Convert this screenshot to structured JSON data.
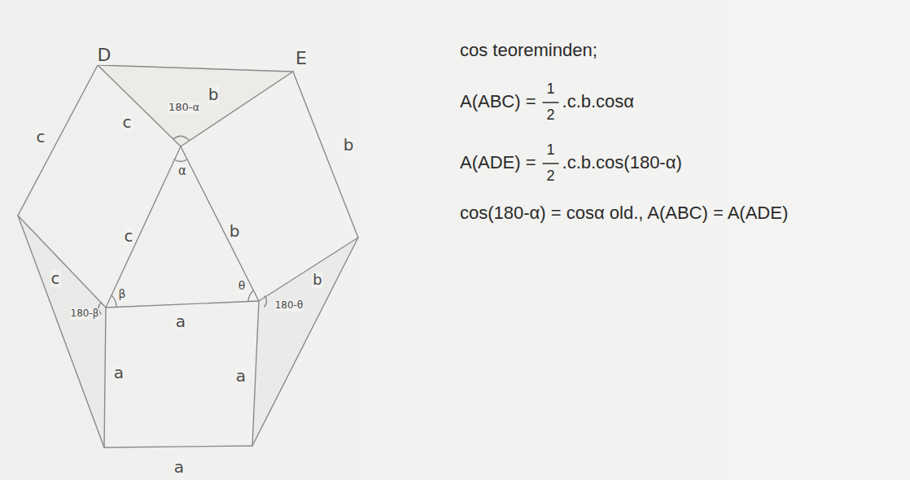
{
  "diagram": {
    "labels": [
      "D",
      "E",
      "c",
      "c",
      "180-α",
      "b",
      "b",
      "α",
      "c",
      "b",
      "c",
      "β",
      "180-β",
      "θ",
      "180-θ",
      "b",
      "a",
      "a",
      "a",
      "a",
      "cos teoreminden;",
      "A(ABC) =",
      "1",
      "2",
      ".c.b.cosα",
      "A(ADE) =",
      "1",
      "2",
      ".c.b.cos(180-α)",
      "cos(180-α) = cosα old., A(ABC) = A(ADE)"
    ]
  }
}
